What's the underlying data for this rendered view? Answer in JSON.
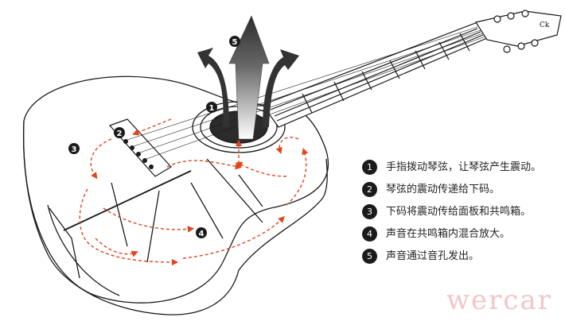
{
  "markers": [
    {
      "num": "1",
      "text": "手指拨动琴弦，让琴弦产生震动。"
    },
    {
      "num": "2",
      "text": "琴弦的震动传递给下码。"
    },
    {
      "num": "3",
      "text": "下码将震动传给面板和共鸣箱。"
    },
    {
      "num": "4",
      "text": "声音在共鸣箱内混合放大。"
    },
    {
      "num": "5",
      "text": "声音通过音孔发出。"
    }
  ],
  "watermark": "wercar",
  "colors": {
    "line": "#1a1a1a",
    "arrow": "#e0461f",
    "marker": "#1b1b1b"
  },
  "icons": [
    "guitar-illustration",
    "sound-arrow-icon",
    "vibration-path-icon"
  ]
}
